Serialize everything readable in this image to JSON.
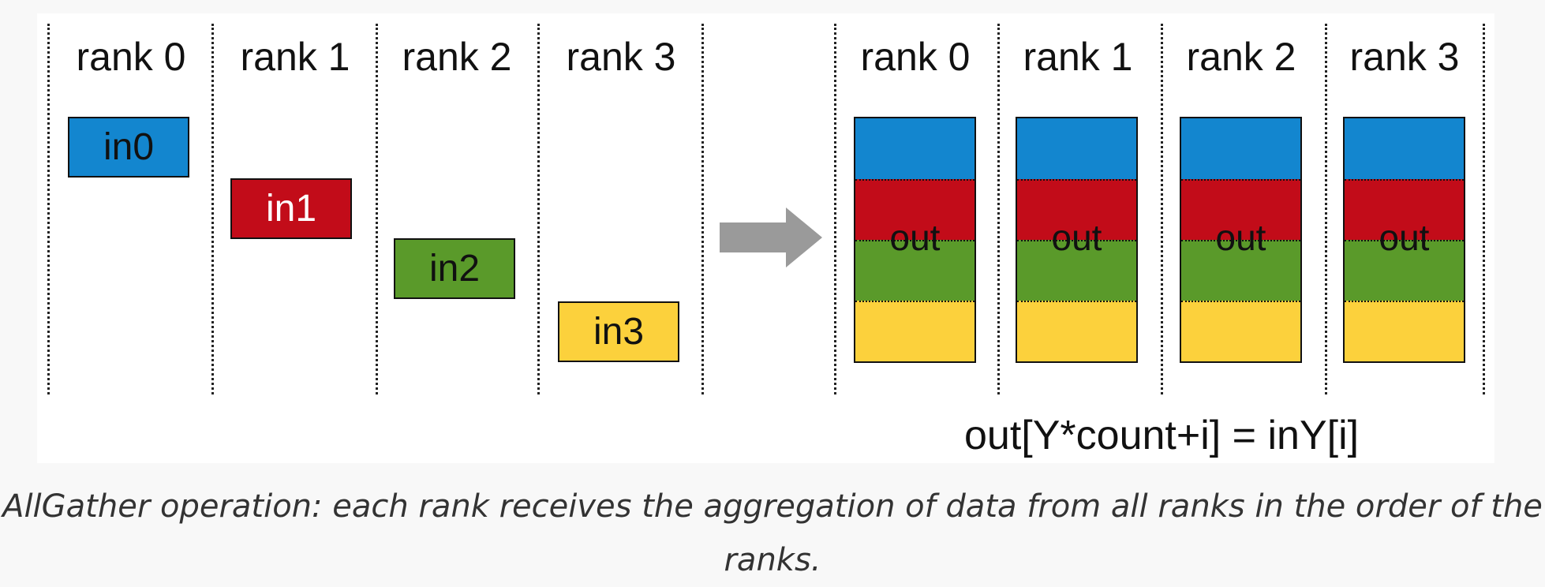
{
  "left_panel": {
    "rank_labels": [
      "rank 0",
      "rank 1",
      "rank 2",
      "rank 3"
    ],
    "inputs": [
      {
        "label": "in0",
        "color": "#1386cf",
        "text_color": "#111111"
      },
      {
        "label": "in1",
        "color": "#c20c19",
        "text_color": "#ffffff"
      },
      {
        "label": "in2",
        "color": "#5a9a2a",
        "text_color": "#111111"
      },
      {
        "label": "in3",
        "color": "#fcd13c",
        "text_color": "#111111"
      }
    ]
  },
  "right_panel": {
    "rank_labels": [
      "rank 0",
      "rank 1",
      "rank 2",
      "rank 3"
    ],
    "output_label": "out",
    "segment_colors": [
      "#1386cf",
      "#c20c19",
      "#5a9a2a",
      "#fcd13c"
    ]
  },
  "formula": "out[Y*count+i] = inY[i]",
  "caption": "AllGather operation: each rank receives the aggregation of data from all ranks in the order of the ranks.",
  "colors": {
    "arrow": "#9a9a9a",
    "background": "#f8f8f8",
    "figure_bg": "#ffffff"
  }
}
